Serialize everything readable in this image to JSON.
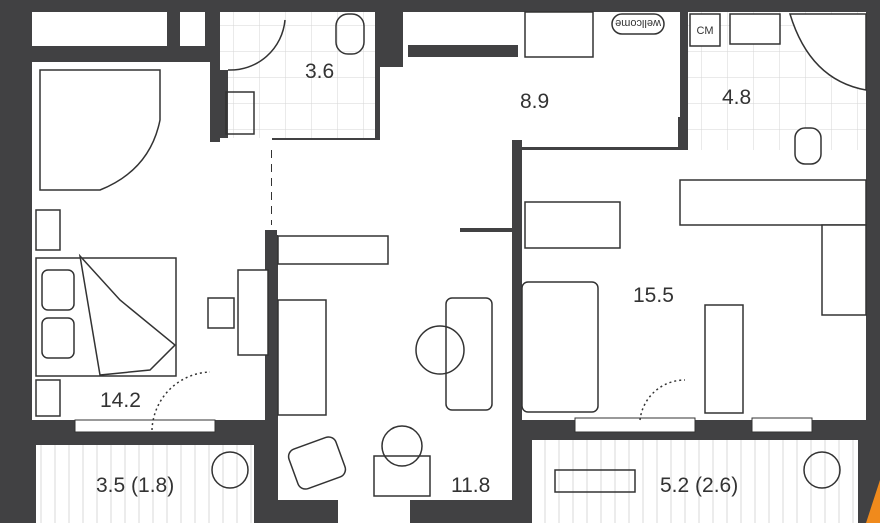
{
  "plan": {
    "rooms": {
      "bathroom_1": "3.6",
      "hallway": "8.9",
      "bathroom_2": "4.8",
      "kitchen_living": "15.5",
      "bedroom": "14.2",
      "kids_room": "11.8",
      "balcony_left": "3.5 (1.8)",
      "balcony_right": "5.2 (2.6)"
    },
    "washer_label": "CM",
    "doormat_text": "wellcome"
  },
  "colors": {
    "wall": "#414143",
    "floor": "#ffffff",
    "tile": "#d9d9d9",
    "accent": "#f08a1c"
  }
}
